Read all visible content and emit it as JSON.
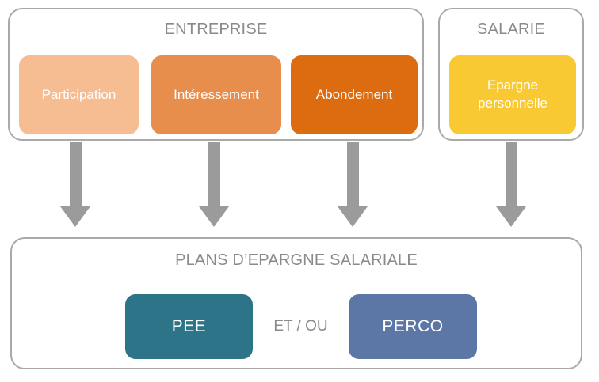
{
  "colors": {
    "group_border": "#a9a9a9",
    "title_text": "#8a8a8a",
    "arrow": "#9b9b9b",
    "node_text": "#ffffff"
  },
  "entreprise": {
    "title": "ENTREPRISE",
    "boxes": [
      {
        "label": "Participation",
        "color": "#f6bd92"
      },
      {
        "label": "Intéressement",
        "color": "#e78e4d"
      },
      {
        "label": "Abondement",
        "color": "#dd6c10"
      }
    ]
  },
  "salarie": {
    "title": "SALARIE",
    "boxes": [
      {
        "label": "Epargne personnelle",
        "color": "#f9c933"
      }
    ]
  },
  "arrows": [
    {
      "name": "from-participation"
    },
    {
      "name": "from-interessement"
    },
    {
      "name": "from-abondement"
    },
    {
      "name": "from-epargne-personnelle"
    }
  ],
  "plans": {
    "title": "PLANS D’EPARGNE SALARIALE",
    "connector": "ET / OU",
    "boxes": [
      {
        "label": "PEE",
        "color": "#2d7488"
      },
      {
        "label": "PERCO",
        "color": "#5c77a6"
      }
    ]
  }
}
